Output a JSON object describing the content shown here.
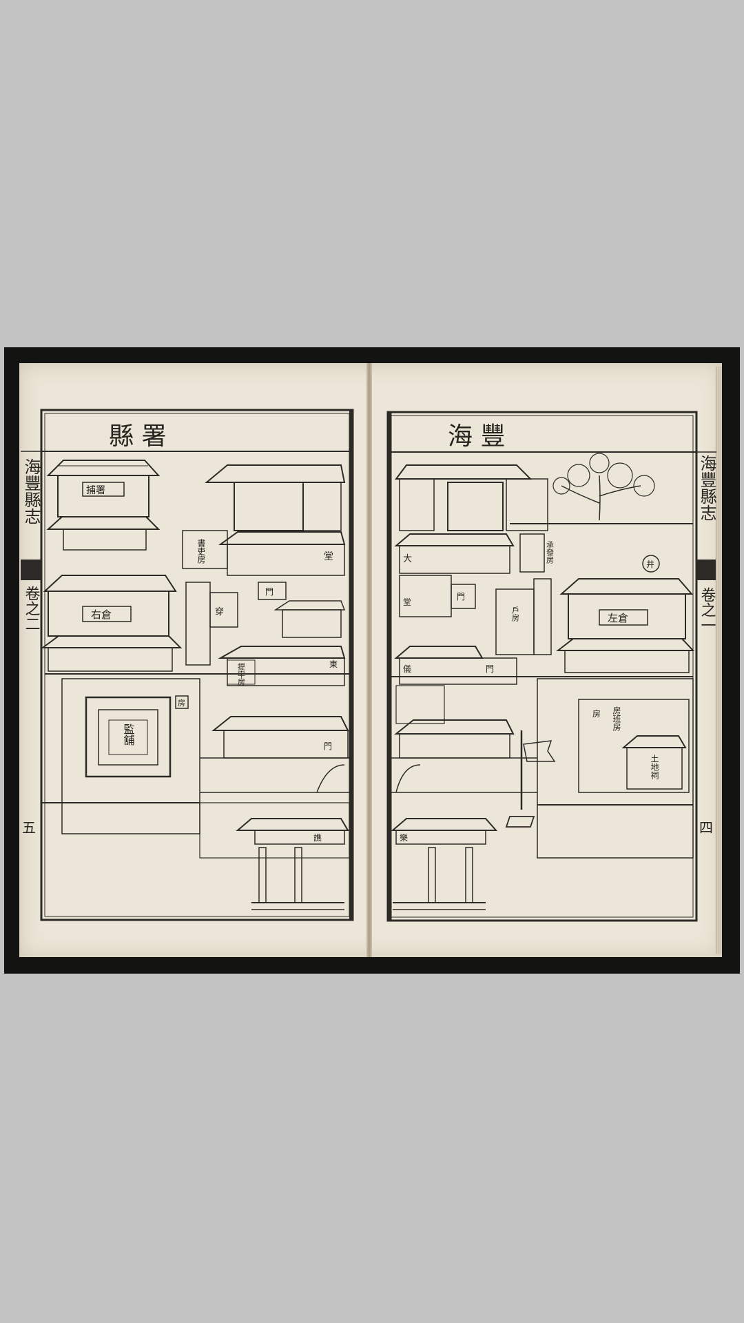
{
  "page": {
    "background": "#c3c3c3",
    "paper_color": "#ece6d8",
    "ink_color": "#2c2a26"
  },
  "left_page": {
    "banner_title": "縣 署",
    "margin_title": "海豐縣志",
    "volume": "卷之二",
    "leaf_number": "五",
    "buildings": {
      "top_left": "捕署",
      "granary": "右倉",
      "hall_right": "堂",
      "office_left": "書吏房",
      "inner_office": "門",
      "small_hall": "穿",
      "side_label": "東",
      "lower_office": "提牢房",
      "yard": "監舖",
      "gate_tag": "房",
      "lower_gate": "門",
      "pailou": "譙"
    }
  },
  "right_page": {
    "banner_title": "海 豐",
    "margin_title": "海豐縣志",
    "volume": "卷之一",
    "leaf_number": "四",
    "buildings": {
      "side_label_1": "大",
      "side_label_2": "堂",
      "office_right": "承發房",
      "well": "井",
      "granary": "左倉",
      "upper_gate": "門",
      "gate_side": "儀",
      "mid_gate": "戶房",
      "lower_left": "門",
      "tree_court": "房",
      "shrine": "土地祠",
      "side_room": "房班房",
      "pailou": "樂"
    }
  }
}
